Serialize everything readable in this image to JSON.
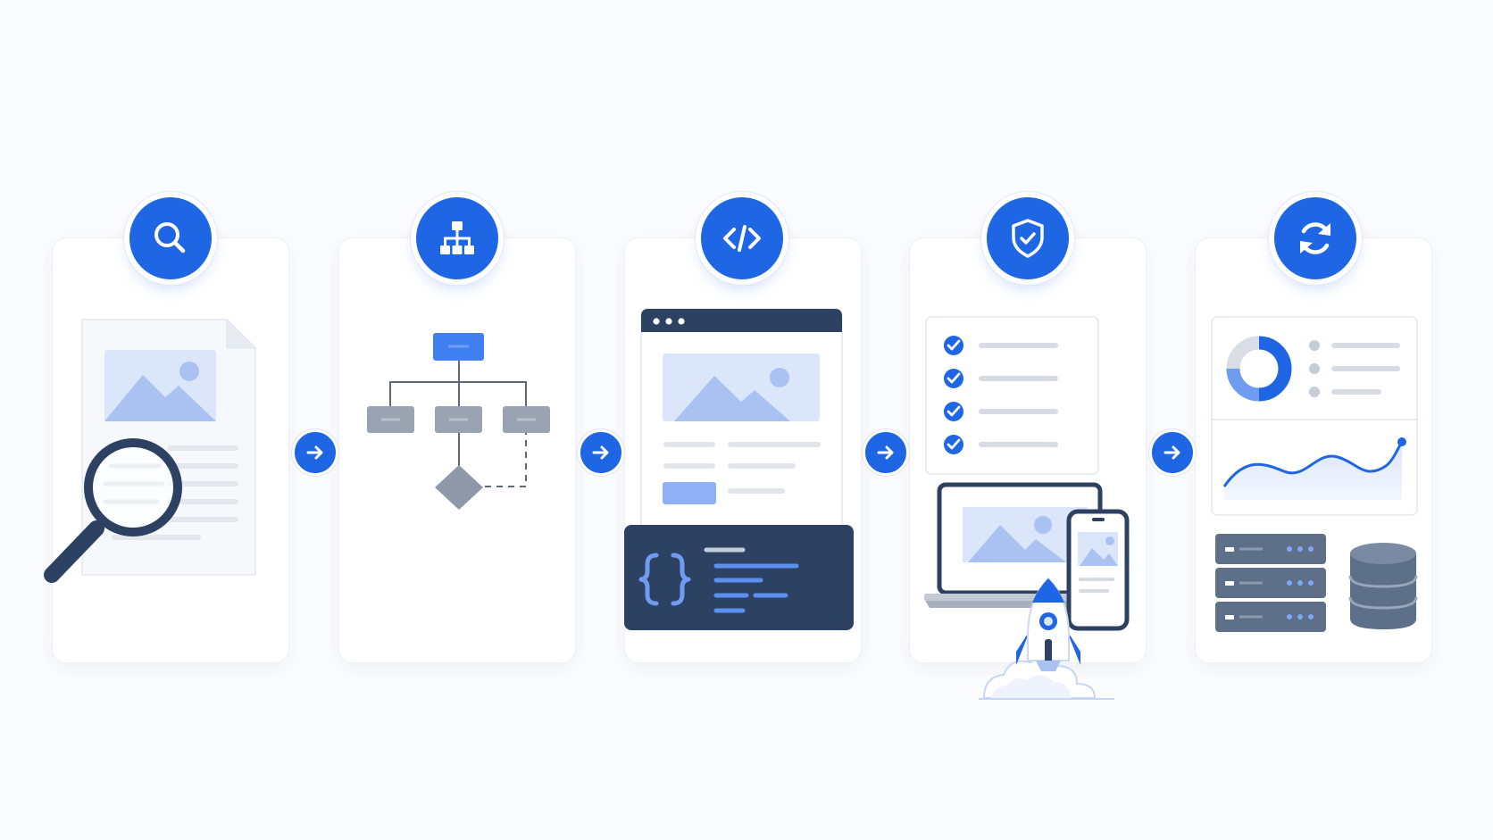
{
  "colors": {
    "accent": "#1f66e5",
    "accent_light": "#6f9cf0",
    "image_fill": "#dbe6fb",
    "navy": "#2d4162",
    "gray_node": "#9aa3b2",
    "line_gray": "#d7dbe3",
    "card_border": "#eef0f5"
  },
  "steps": [
    {
      "icon": "search-icon",
      "illustration": "document-review-illustration"
    },
    {
      "icon": "sitemap-icon",
      "illustration": "flowchart-illustration"
    },
    {
      "icon": "code-icon",
      "illustration": "web-code-illustration"
    },
    {
      "icon": "shield-check-icon",
      "illustration": "testing-launch-illustration"
    },
    {
      "icon": "refresh-icon",
      "illustration": "analytics-maintenance-illustration"
    }
  ],
  "connectors": [
    {
      "icon": "arrow-right-icon"
    },
    {
      "icon": "arrow-right-icon"
    },
    {
      "icon": "arrow-right-icon"
    },
    {
      "icon": "arrow-right-icon"
    }
  ],
  "donut_chart": {
    "segments": [
      0.5,
      0.25,
      0.25
    ]
  }
}
